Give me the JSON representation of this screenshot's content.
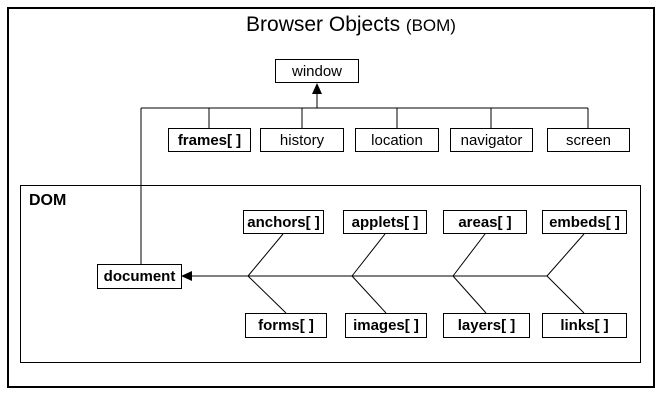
{
  "title": {
    "main": "Browser Objects",
    "suffix": "(BOM)"
  },
  "colors": {
    "background": "#ffffff",
    "line": "#000000",
    "text": "#000000"
  },
  "bom": {
    "root": "window",
    "children": [
      "frames[ ]",
      "history",
      "location",
      "navigator",
      "screen"
    ]
  },
  "dom": {
    "label": "DOM",
    "root": "document",
    "top_row": [
      "anchors[ ]",
      "applets[ ]",
      "areas[ ]",
      "embeds[ ]"
    ],
    "bottom_row": [
      "forms[ ]",
      "images[ ]",
      "layers[ ]",
      "links[ ]"
    ]
  }
}
